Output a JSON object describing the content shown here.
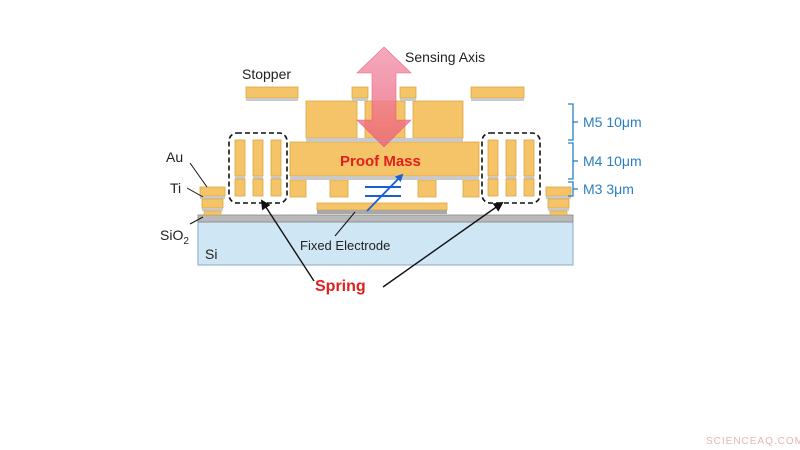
{
  "labels": {
    "sensing_axis": "Sensing Axis",
    "stopper": "Stopper",
    "proof_mass": "Proof Mass",
    "au": "Au",
    "ti": "Ti",
    "sio2_main": "SiO",
    "sio2_sub": "2",
    "si": "Si",
    "fixed_electrode": "Fixed Electrode",
    "spring": "Spring"
  },
  "layers": {
    "m5": "M5 10μm",
    "m4": "M4 10μm",
    "m3": "M3  3μm"
  },
  "watermark": "SCIENCEAQ.COM",
  "colors": {
    "gold": "#f5c469",
    "gold_edge": "#d9a640",
    "ti": "#c9c9c9",
    "substrate": "#cfe6f5",
    "substrate_edge": "#8aa9bf",
    "axis_arrow": "#f06f8c",
    "accent_red": "#e0201f",
    "accent_blue": "#2a7fbf",
    "capacitor_blue": "#1a5fd6"
  }
}
